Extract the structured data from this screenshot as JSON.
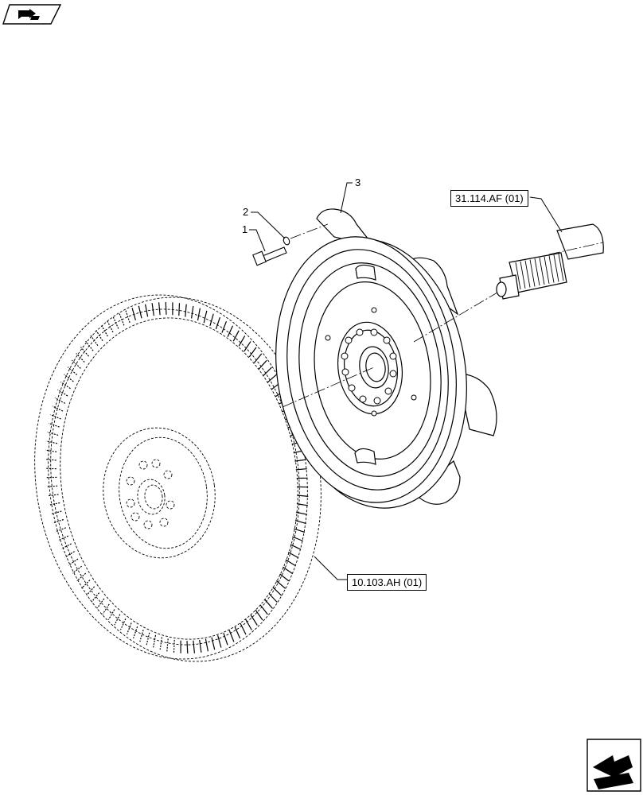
{
  "callouts": {
    "item1": "1",
    "item2": "2",
    "item3": "3"
  },
  "references": {
    "shaft_ref": "31.114.AF (01)",
    "flywheel_ref": "10.103.AH (01)"
  },
  "icons": {
    "top_left": "parts-catalog-icon",
    "bottom_right": "next-page-arrow-icon"
  }
}
